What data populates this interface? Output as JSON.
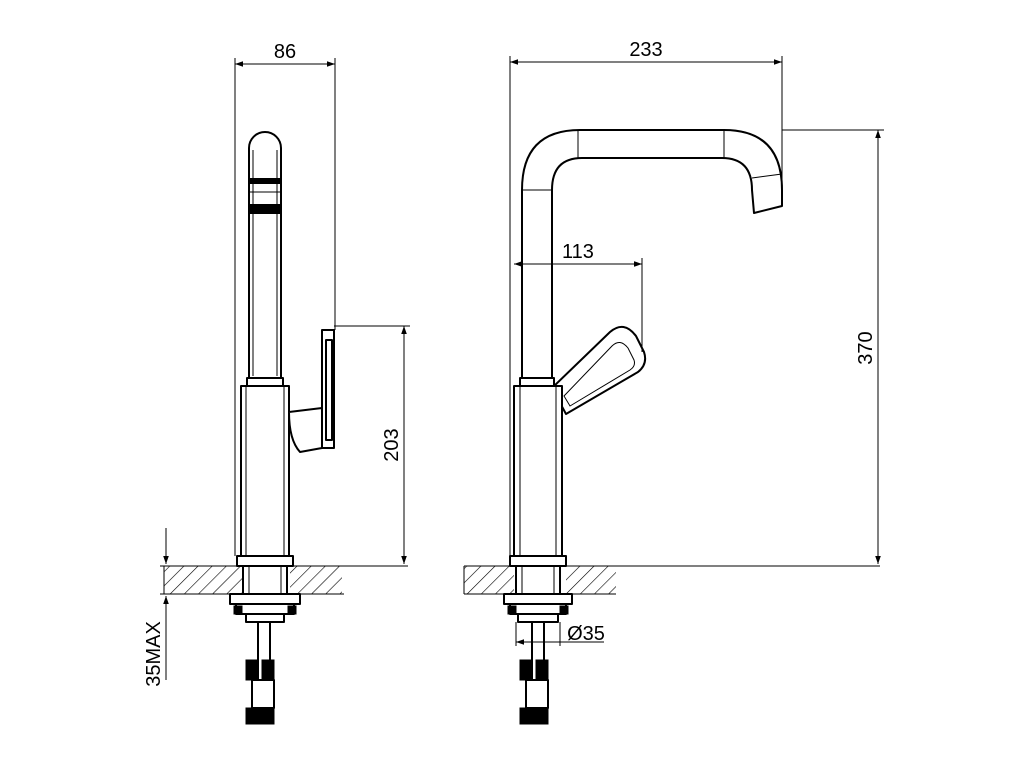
{
  "dimensions": {
    "side_width": "86",
    "total_reach": "233",
    "handle_reach": "113",
    "handle_height": "203",
    "total_height": "370",
    "mount_hole": "Ø35",
    "deck_thickness": "35MAX"
  }
}
